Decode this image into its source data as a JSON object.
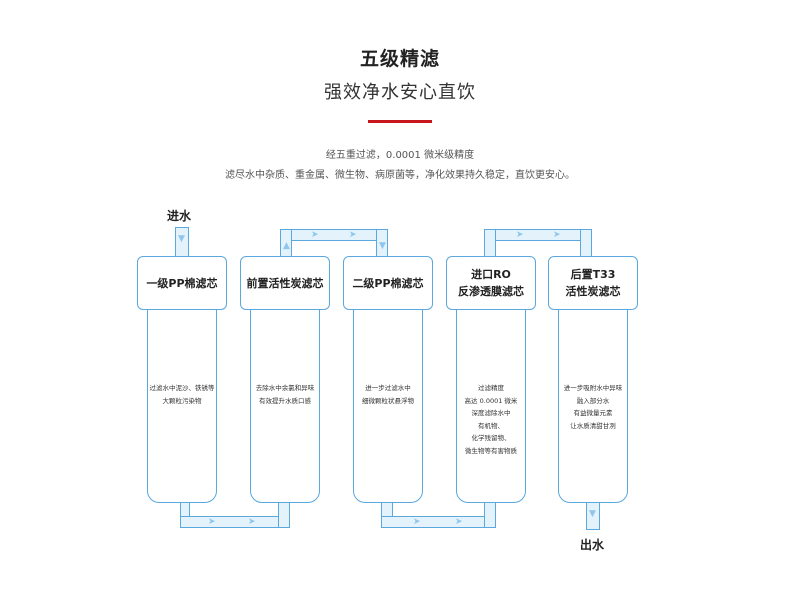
{
  "header": {
    "title": "五级精滤",
    "subtitle": "强效净水安心直饮",
    "desc_line1": "经五重过滤，0.0001 微米级精度",
    "desc_line2": "滤尽水中杂质、重金属、微生物、病原菌等，净化效果持久稳定，直饮更安心。"
  },
  "io": {
    "inlet": "进水",
    "outlet": "出水"
  },
  "filters": [
    {
      "name": "一级PP棉滤芯",
      "desc": "过滤水中泥沙、铁锈等\n大颗粒污染物"
    },
    {
      "name": "前置活性炭滤芯",
      "desc": "去除水中余氯和异味\n有效提升水质口感"
    },
    {
      "name": "二级PP棉滤芯",
      "desc": "进一步过滤水中\n细微颗粒状悬浮物"
    },
    {
      "name": "进口RO\n反渗透膜滤芯",
      "desc": "过滤精度\n高达 0.0001 微米\n深度滤除水中\n有机物、\n化学残留物、\n微生物等有害物质"
    },
    {
      "name": "后置T33\n活性炭滤芯",
      "desc": "进一步吸附水中异味\n融入部分水\n有益微量元素\n让水质清甜甘冽"
    }
  ],
  "colors": {
    "pipe_border": "#5ba8de",
    "pipe_fill": "#e4f2fc",
    "accent_line": "#c8161d"
  }
}
